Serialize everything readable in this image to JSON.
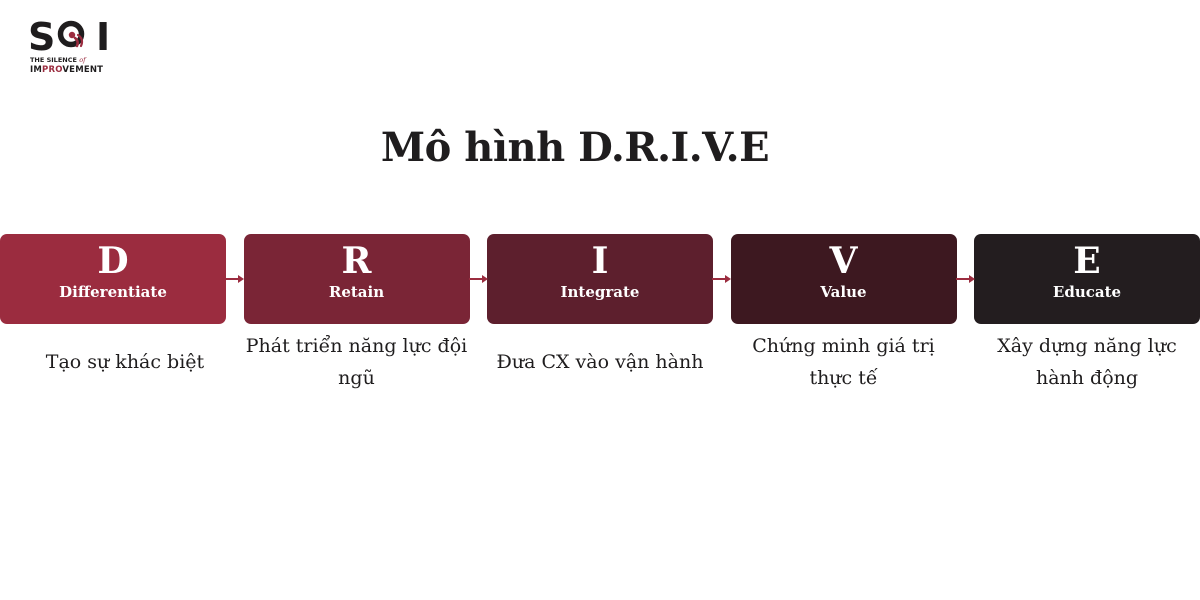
{
  "brand": {
    "logo_text": "SQI",
    "tagline_line1_prefix": "THE SILENCE",
    "tagline_line1_of": "of",
    "tagline_line2_a": "IM",
    "tagline_line2_b": "PRO",
    "tagline_line2_c": "VEMENT",
    "accent_color": "#9b2c3f",
    "dark_color": "#1f1d1e"
  },
  "title": "Mô hình D.R.I.V.E",
  "stages": [
    {
      "letter": "D",
      "word": "Differentiate",
      "caption": "Tạo sự khác biệt",
      "color": "#9b2c3f"
    },
    {
      "letter": "R",
      "word": "Retain",
      "caption": "Phát triển năng lực đội ngũ",
      "color": "#7a2536"
    },
    {
      "letter": "I",
      "word": "Integrate",
      "caption": "Đưa CX vào vận hành",
      "color": "#5d1f2d"
    },
    {
      "letter": "V",
      "word": "Value",
      "caption": "Chứng minh giá trị thực tế",
      "color": "#3d1820"
    },
    {
      "letter": "E",
      "word": "Educate",
      "caption": "Xây dựng năng lực hành động",
      "color": "#231d1f"
    }
  ],
  "connector_color": "#9b2c3f"
}
